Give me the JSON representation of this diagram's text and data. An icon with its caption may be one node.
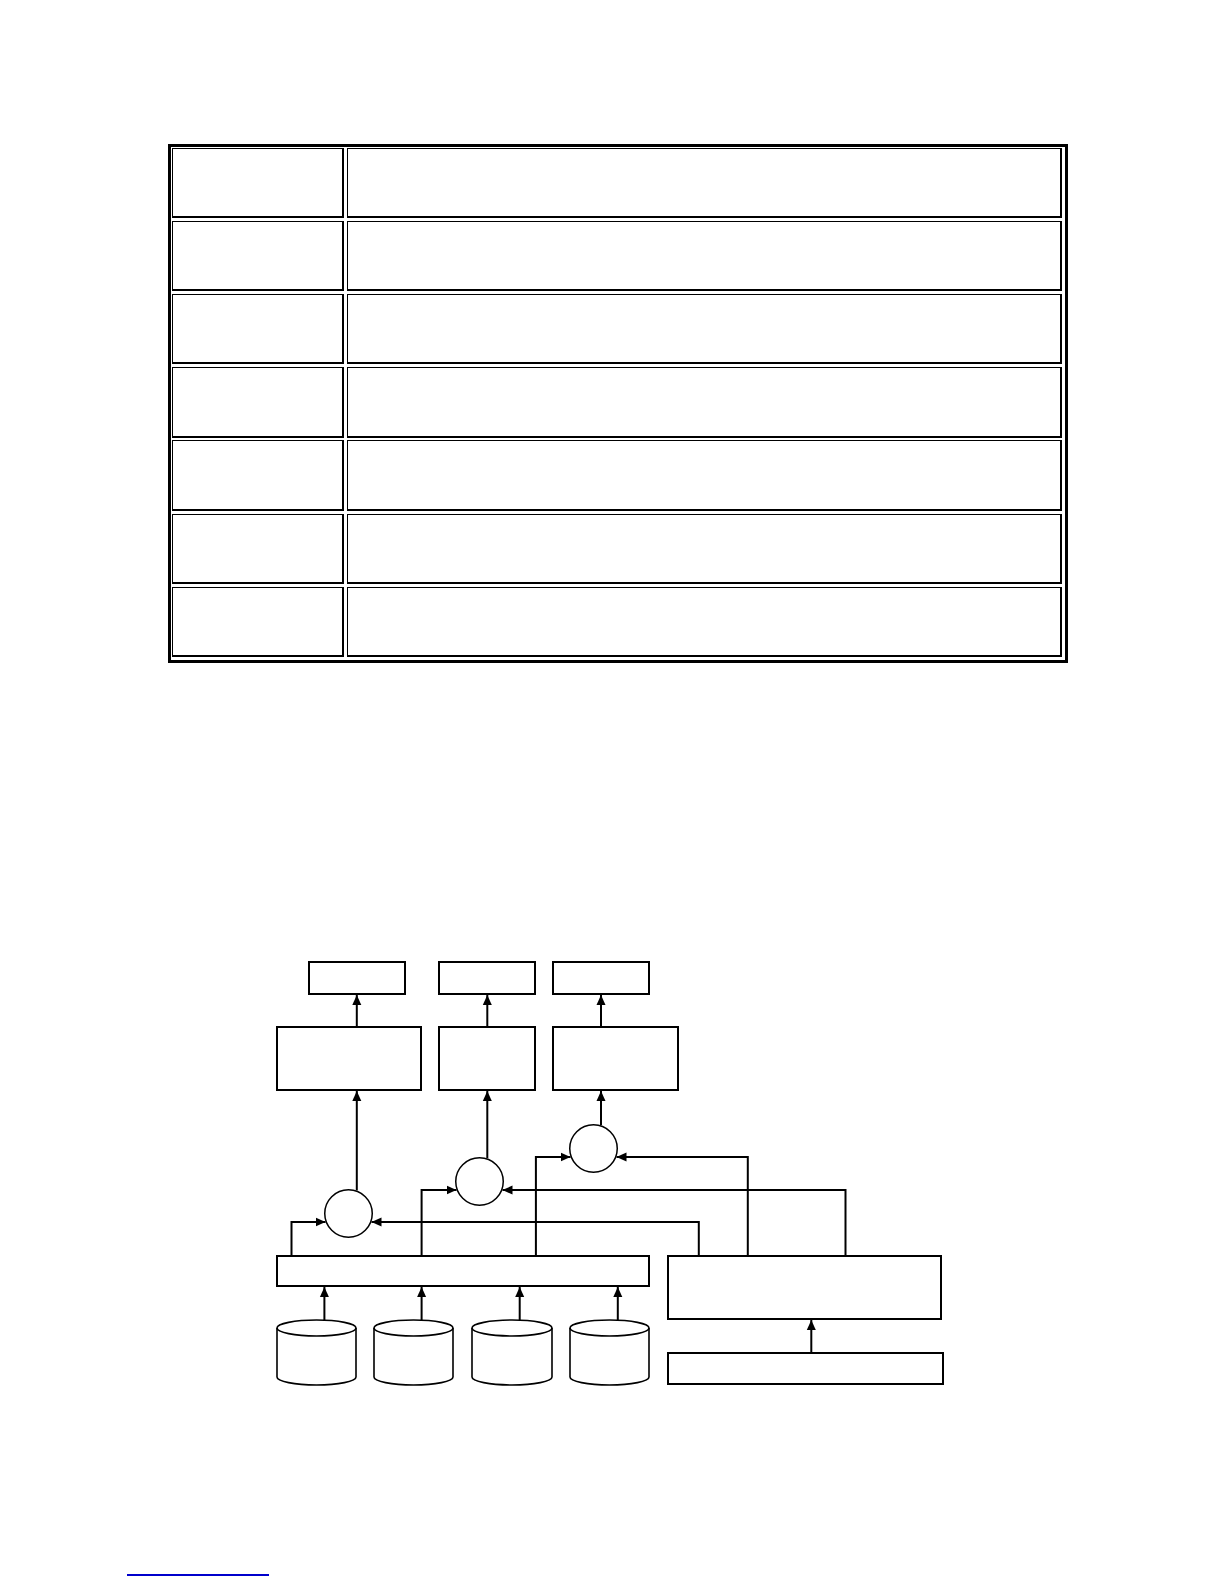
{
  "diagram": {
    "nodes": [
      {
        "text": [],
        "shape": "box"
      },
      {
        "text": [],
        "shape": "box"
      },
      {
        "text": [],
        "shape": "box"
      },
      {
        "text": [],
        "shape": "box"
      },
      {
        "text": [],
        "shape": "box"
      },
      {
        "text": [],
        "shape": "box"
      },
      {
        "text": [],
        "shape": "circle"
      },
      {
        "text": [],
        "shape": "circle"
      },
      {
        "text": [],
        "shape": "circle"
      },
      {
        "text": [],
        "shape": "box"
      },
      {
        "text": [],
        "shape": "box"
      },
      {
        "text": [],
        "shape": "cylinder"
      },
      {
        "text": [],
        "shape": "cylinder"
      },
      {
        "text": [],
        "shape": "cylinder"
      },
      {
        "text": [],
        "shape": "cylinder"
      },
      {
        "text": [],
        "shape": "box"
      }
    ],
    "edges": [
      {
        "from": 11,
        "to": 9,
        "arrow": "to"
      },
      {
        "from": 12,
        "to": 9,
        "arrow": "to"
      },
      {
        "from": 13,
        "to": 9,
        "arrow": "to"
      },
      {
        "from": 14,
        "to": 9,
        "arrow": "to"
      },
      {
        "from": 15,
        "to": 10,
        "arrow": "to"
      },
      {
        "from": 9,
        "to": 6,
        "arrow": "to"
      },
      {
        "from": 10,
        "to": 6,
        "arrow": "to"
      },
      {
        "from": 9,
        "to": 7,
        "arrow": "to"
      },
      {
        "from": 10,
        "to": 7,
        "arrow": "to"
      },
      {
        "from": 9,
        "to": 8,
        "arrow": "to"
      },
      {
        "from": 10,
        "to": 8,
        "arrow": "to"
      },
      {
        "from": 6,
        "to": 3,
        "arrow": "to"
      },
      {
        "from": 7,
        "to": 4,
        "arrow": "to"
      },
      {
        "from": 8,
        "to": 5,
        "arrow": "to"
      },
      {
        "from": 3,
        "to": 0,
        "arrow": "to"
      },
      {
        "from": 4,
        "to": 1,
        "arrow": "to"
      },
      {
        "from": 5,
        "to": 2,
        "arrow": "to"
      }
    ]
  }
}
